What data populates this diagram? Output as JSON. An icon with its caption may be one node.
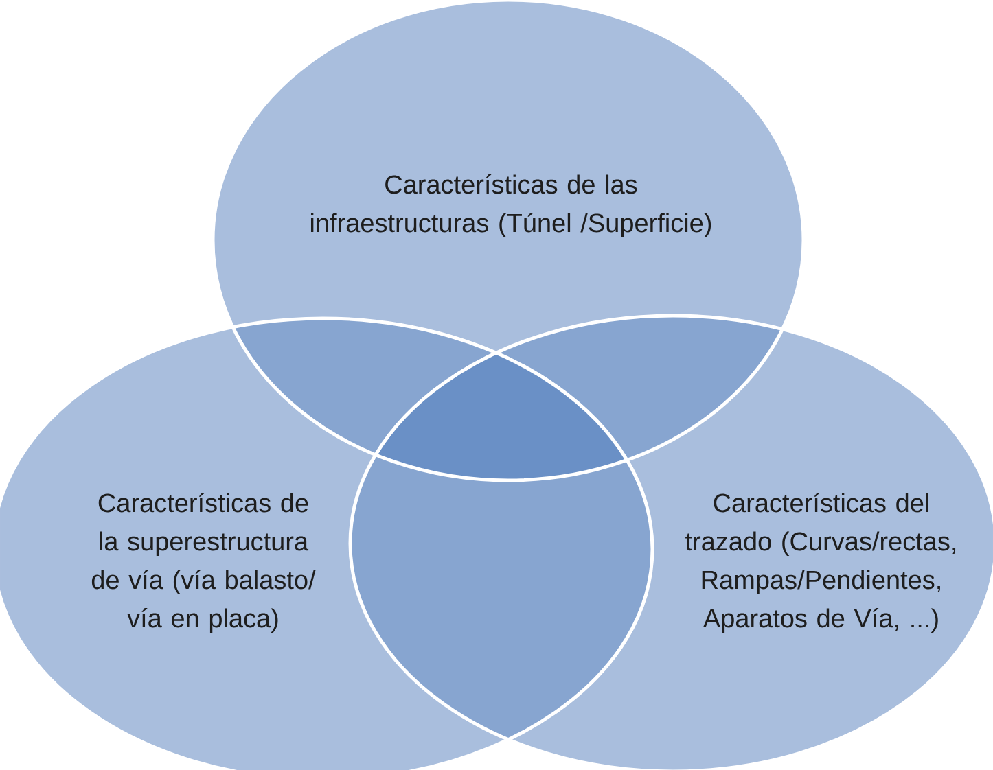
{
  "diagram": {
    "nodes": [
      {
        "text": [
          "Características de las infraestructuras (Túnel /Superficie)"
        ]
      },
      {
        "text": [
          "Características de la superestructura de vía (vía balasto/ vía en placa)"
        ]
      },
      {
        "text": [
          "Características del trazado (Curvas/rectas, Rampas/Pendientes, Aparatos de Vía, ...)"
        ]
      }
    ]
  }
}
